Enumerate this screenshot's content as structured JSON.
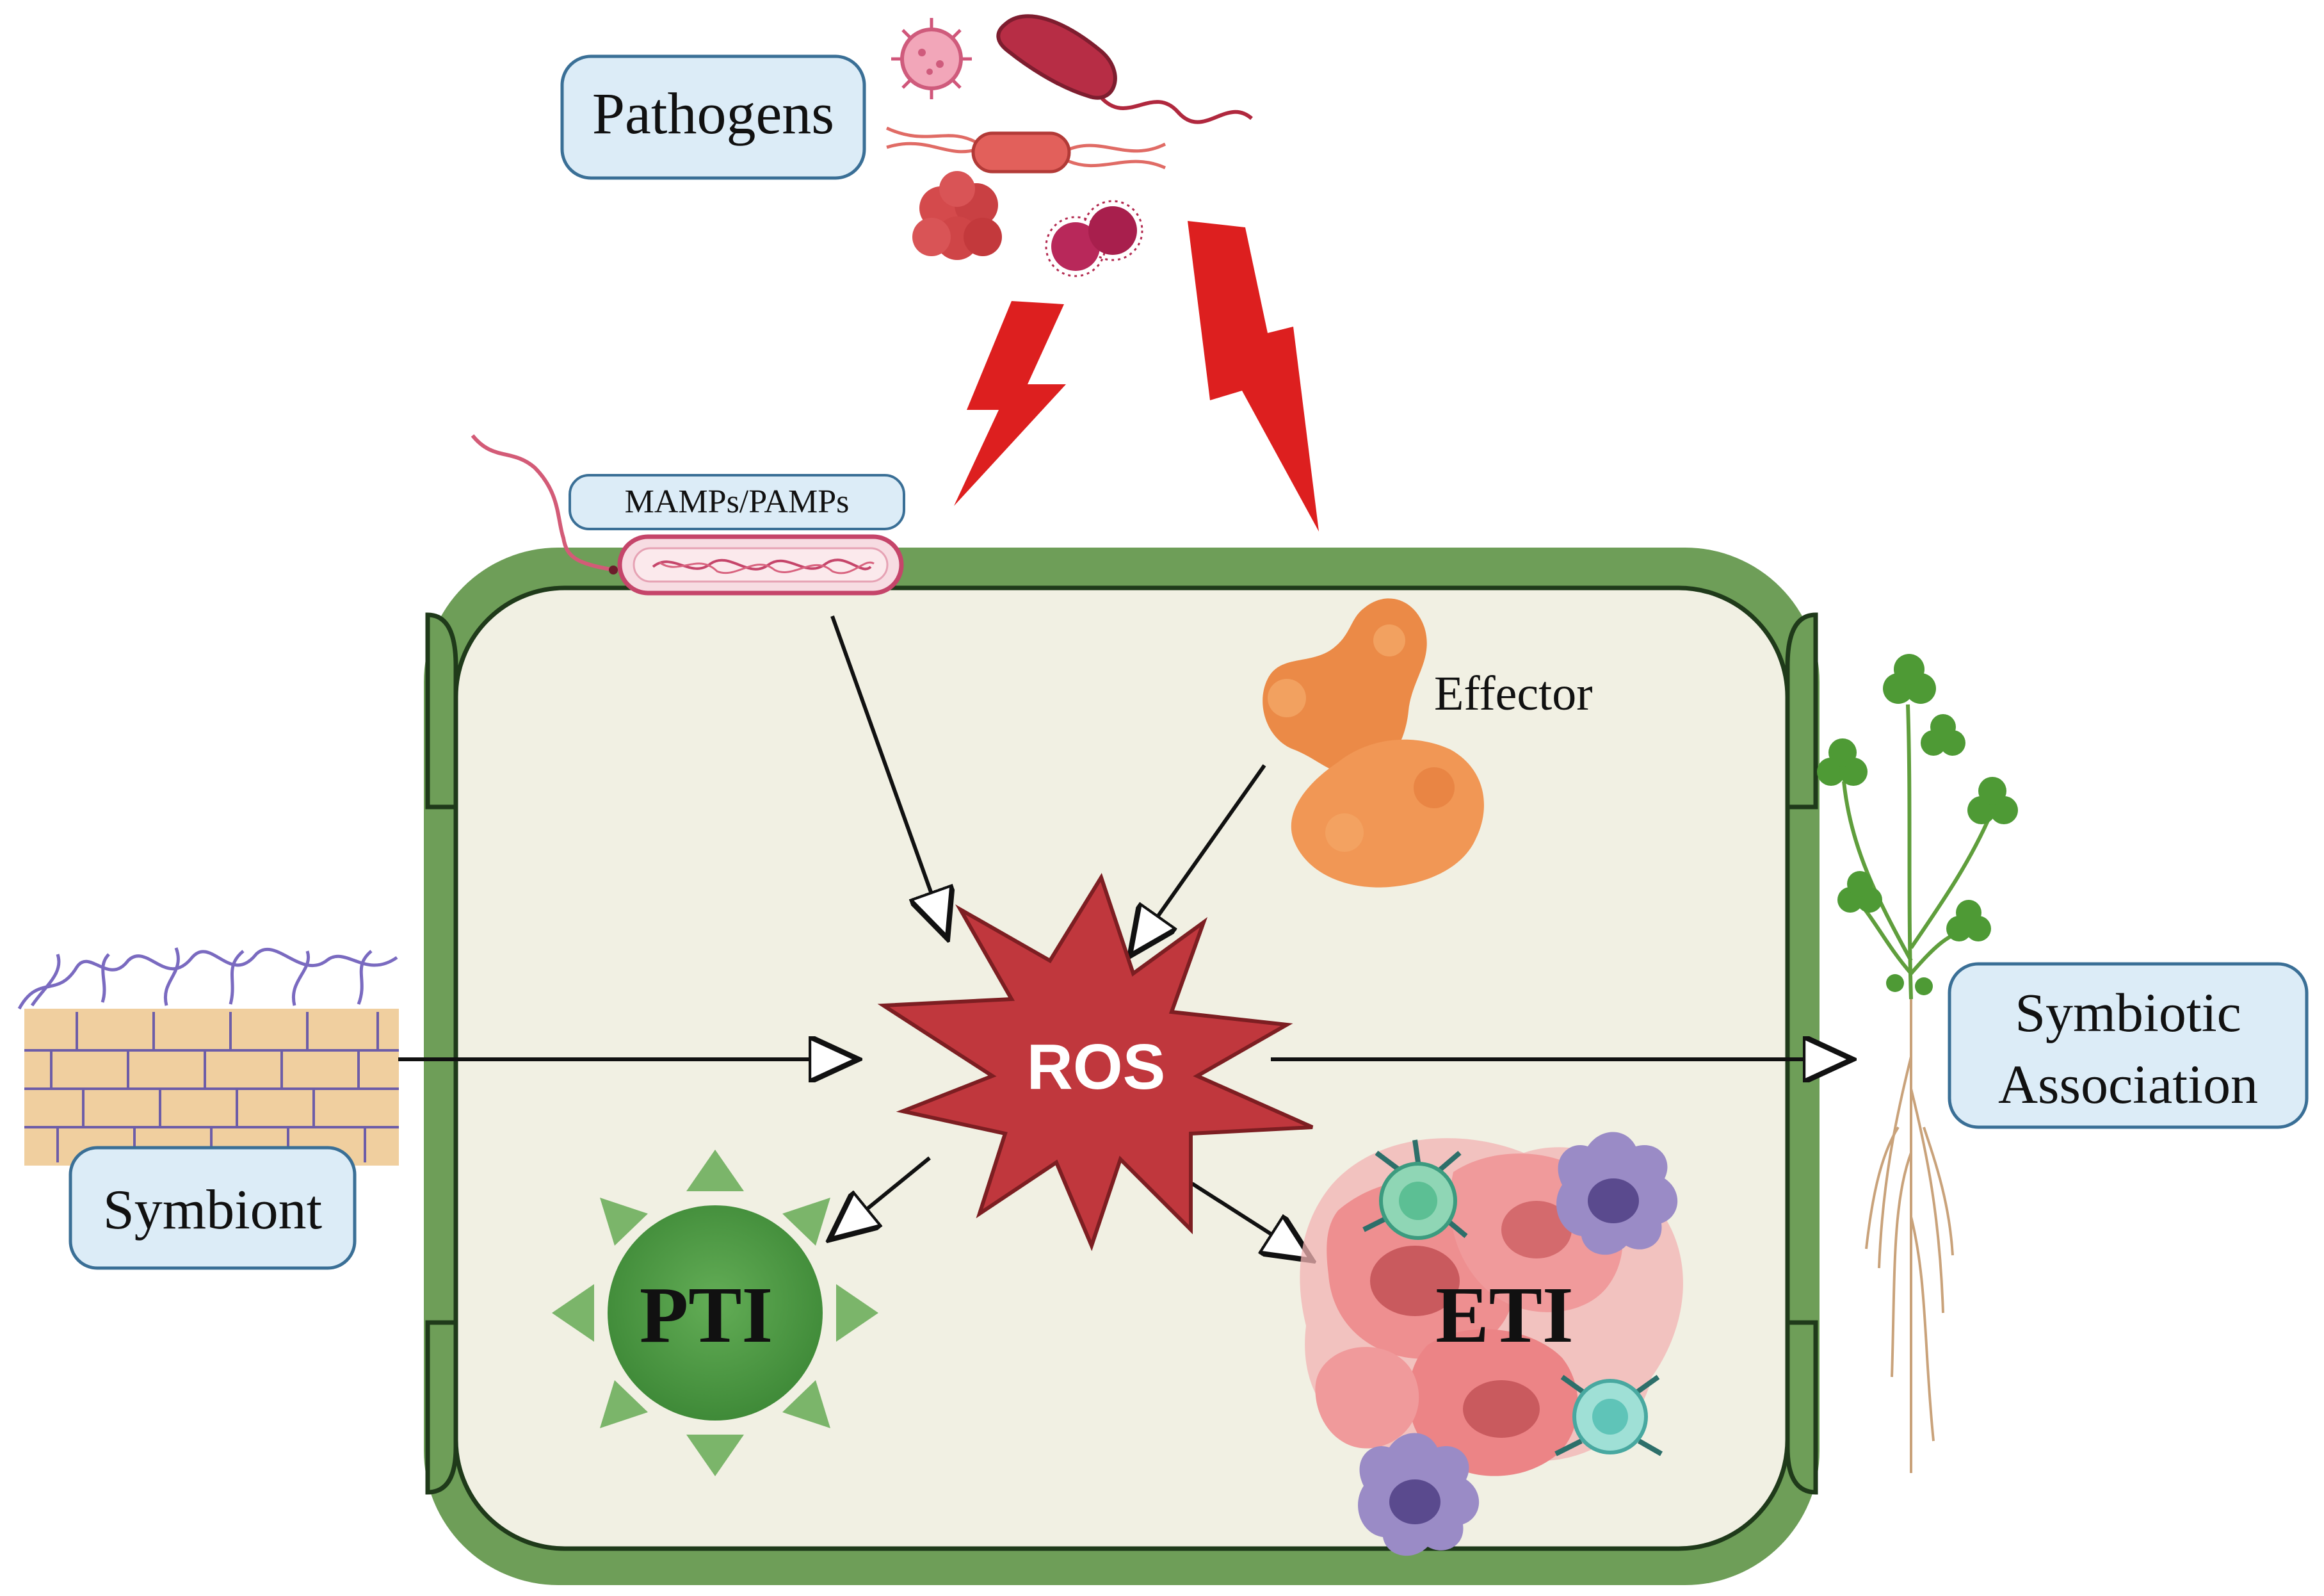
{
  "labels": {
    "pathogens": "Pathogens",
    "mamps_pamps": "MAMPs/PAMPs",
    "effector": "Effector",
    "ros": "ROS",
    "pti": "PTI",
    "eti": "ETI",
    "symbiont": "Symbiont",
    "symbiotic_line1": "Symbiotic",
    "symbiotic_line2": "Association"
  },
  "colors": {
    "cell_wall": "#6e9e58",
    "cytoplasm": "#f1f0e3",
    "label_box_fill": "#dcecf7",
    "label_box_stroke": "#3a6f96",
    "ros_star": "#c0373d",
    "lightning": "#dd1f1f",
    "pti_sun": "#4f9a45",
    "effector": "#eb8a47",
    "eti_cells": "#ef9a9a"
  }
}
